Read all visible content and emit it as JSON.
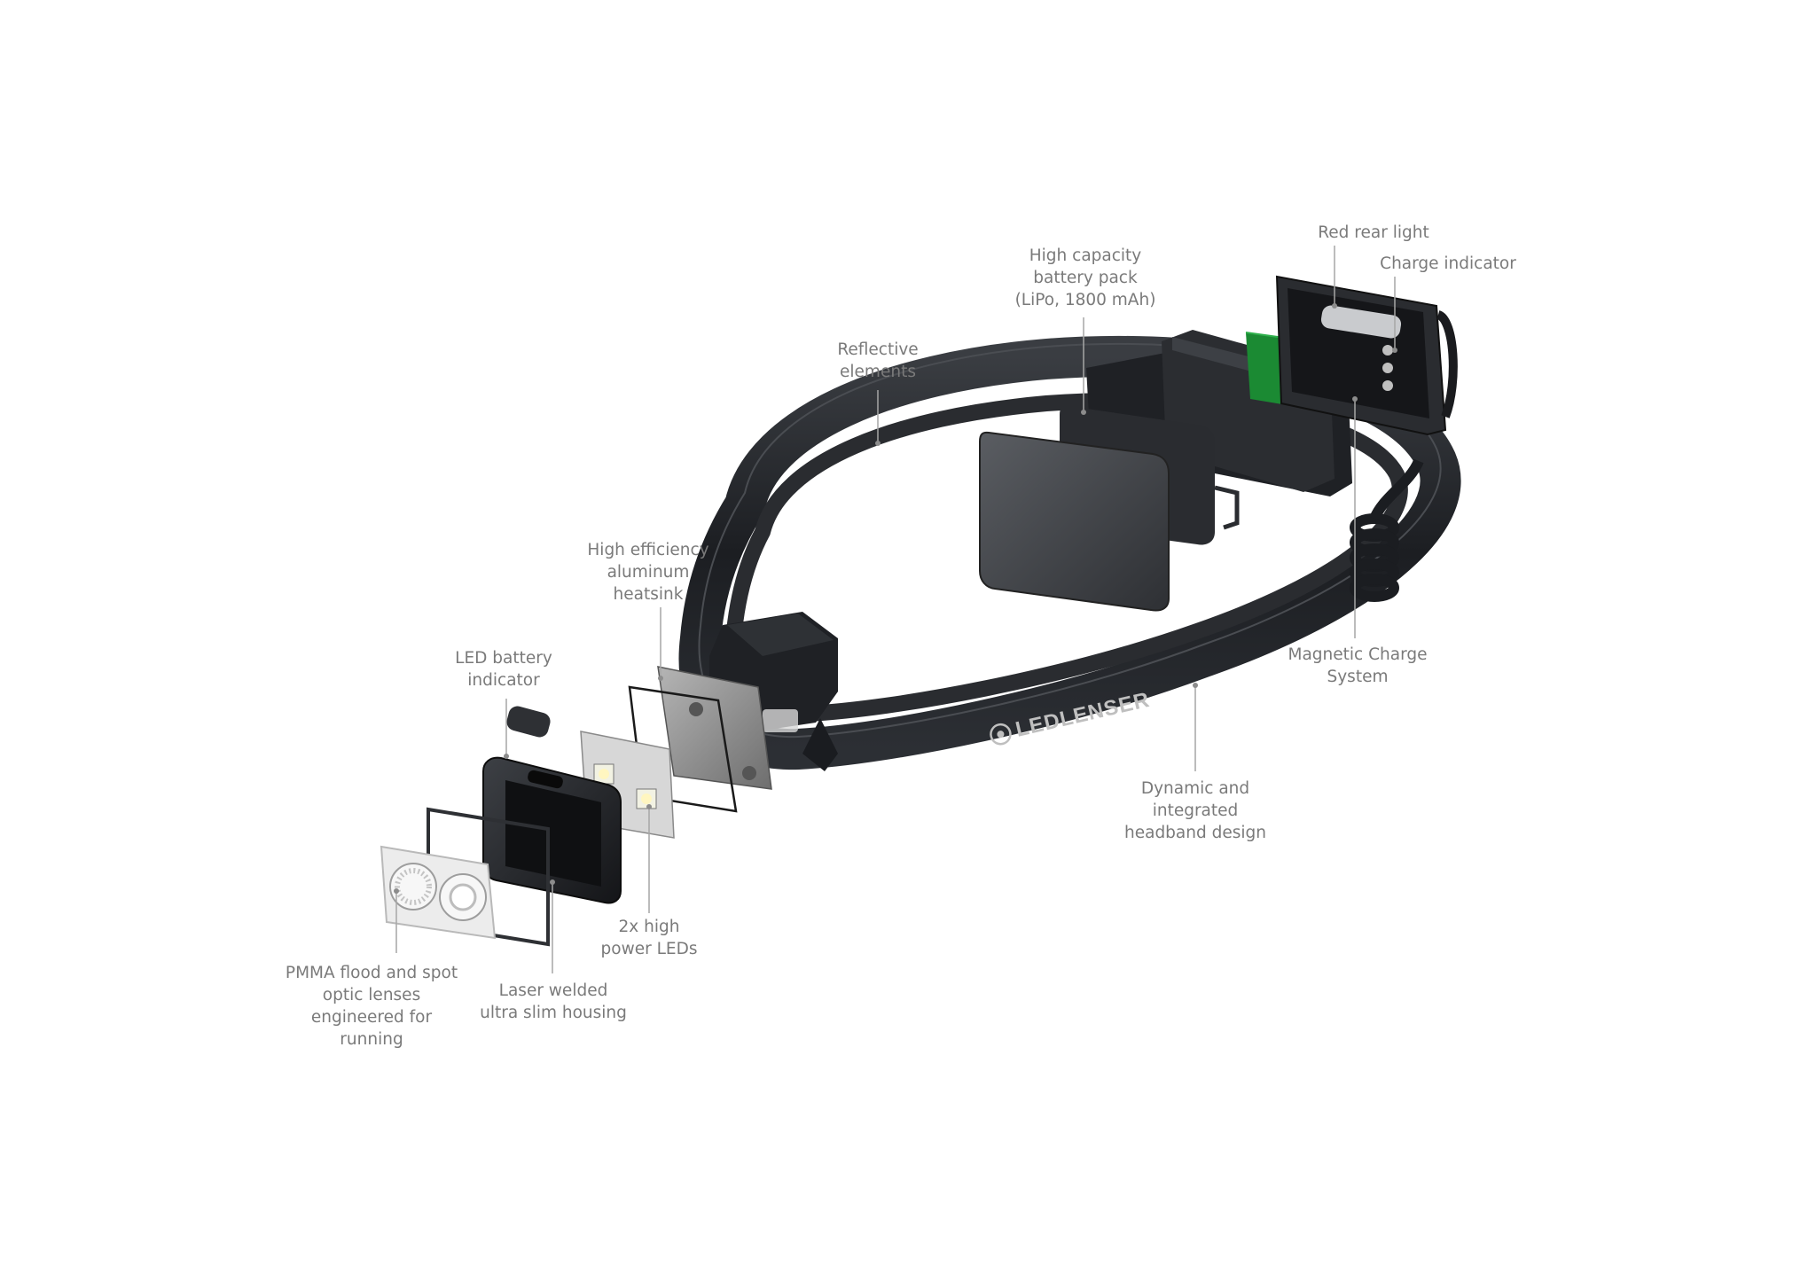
{
  "brand": {
    "wordmark": "LEDLENSER"
  },
  "colors": {
    "label": "#7a7a7a",
    "leader": "#a6a6a6",
    "strap": "#1b1d21",
    "housing": "#25272b",
    "pcb": "#1b8a33",
    "heatsink": "#8b8b8b",
    "lens": "#e6e6e6"
  },
  "callouts": [
    {
      "id": "red-rear-light",
      "lines": [
        "Red rear light"
      ]
    },
    {
      "id": "charge-indicator",
      "lines": [
        "Charge indicator"
      ]
    },
    {
      "id": "battery-pack",
      "lines": [
        "High capacity",
        "battery pack",
        "(LiPo, 1800 mAh)"
      ]
    },
    {
      "id": "reflective-elements",
      "lines": [
        "Reflective",
        "elements"
      ]
    },
    {
      "id": "heatsink",
      "lines": [
        "High efficiency",
        "aluminum",
        "heatsink"
      ]
    },
    {
      "id": "led-battery-indicator",
      "lines": [
        "LED battery",
        "indicator"
      ]
    },
    {
      "id": "magnetic-charge",
      "lines": [
        "Magnetic Charge",
        "System"
      ]
    },
    {
      "id": "headband-design",
      "lines": [
        "Dynamic and",
        "integrated",
        "headband design"
      ]
    },
    {
      "id": "high-power-leds",
      "lines": [
        "2x high",
        "power LEDs"
      ]
    },
    {
      "id": "slim-housing",
      "lines": [
        "Laser welded",
        "ultra slim housing"
      ]
    },
    {
      "id": "optic-lenses",
      "lines": [
        "PMMA flood and spot",
        "optic lenses",
        "engineered for",
        "running"
      ]
    }
  ]
}
